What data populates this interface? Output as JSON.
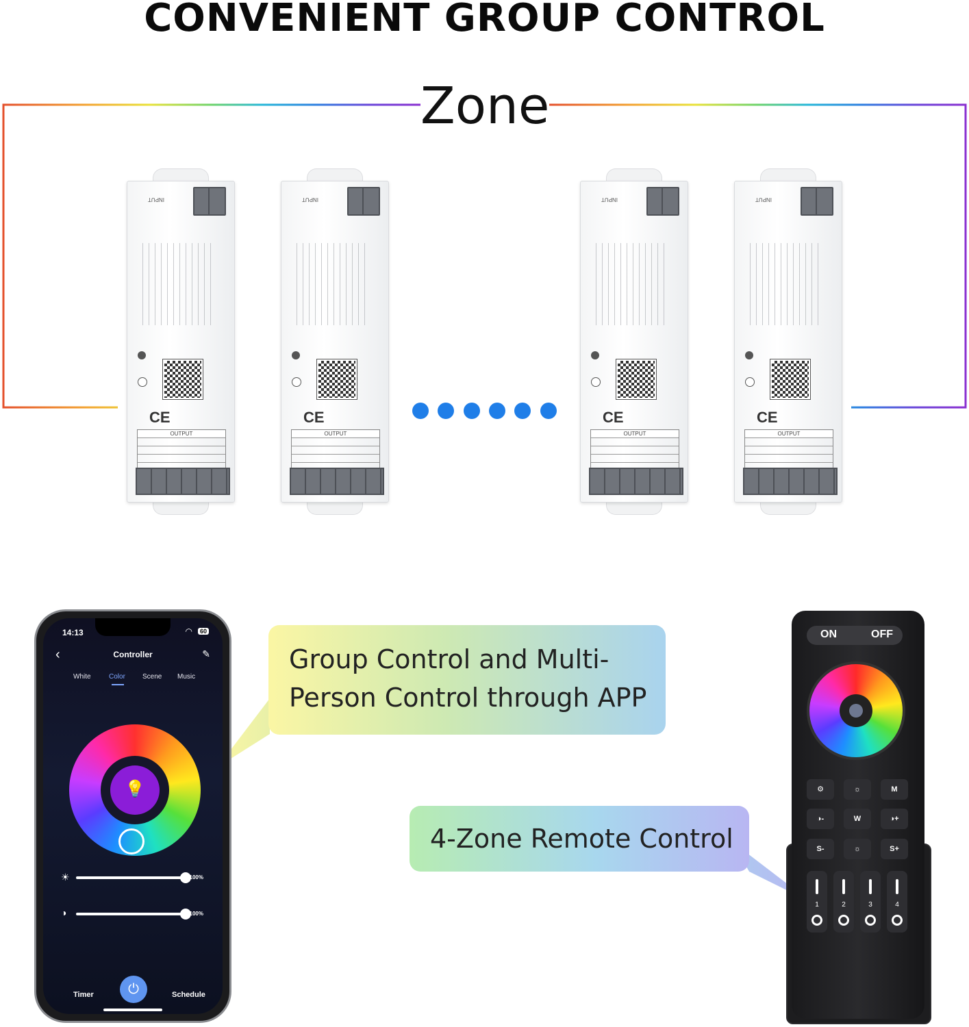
{
  "headline": "CONVENIENT GROUP CONTROL",
  "zone_label": "Zone",
  "zone_frame_colors": {
    "left": "#e4502b",
    "top_gradient": [
      "#e4502b",
      "#f3a431",
      "#e9e239",
      "#6dd36b",
      "#26b7d8",
      "#2d7fe0",
      "#6a45d9",
      "#8a2fd0"
    ],
    "right": "#7a2fc9"
  },
  "ellipsis_dot_color": "#1f7ee8",
  "controller": {
    "input_label": "INPUT",
    "output_label": "OUTPUT",
    "cert_marks": "CE"
  },
  "callouts": {
    "app": "Group Control and Multi-Person Control through APP",
    "remote": "4-Zone Remote Control"
  },
  "phone": {
    "time": "14:13",
    "battery": "60",
    "title": "Controller",
    "tabs": [
      "White",
      "Color",
      "Scene",
      "Music"
    ],
    "active_tab": "Color",
    "brightness_value": "100%",
    "saturation_value": "100%",
    "bottom_left": "Timer",
    "bottom_right": "Schedule",
    "accent": "#5f95f0"
  },
  "remote": {
    "on_label": "ON",
    "off_label": "OFF",
    "mode_label": "M",
    "white_label": "W",
    "speed_down": "S-",
    "speed_up": "S+",
    "zones": [
      "1",
      "2",
      "3",
      "4"
    ]
  }
}
